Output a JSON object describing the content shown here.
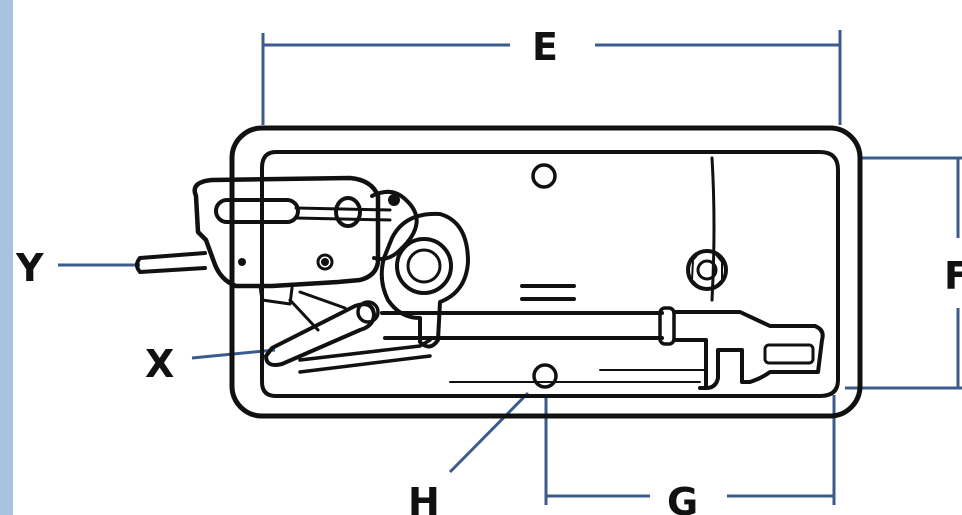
{
  "labels": {
    "E": "E",
    "F": "F",
    "G": "G",
    "H": "H",
    "X": "X",
    "Y": "Y"
  },
  "colors": {
    "dimension_line": "#3b5b8c",
    "drawing": "#111111",
    "left_bar": "#a9c2df",
    "background": "#ffffff"
  }
}
